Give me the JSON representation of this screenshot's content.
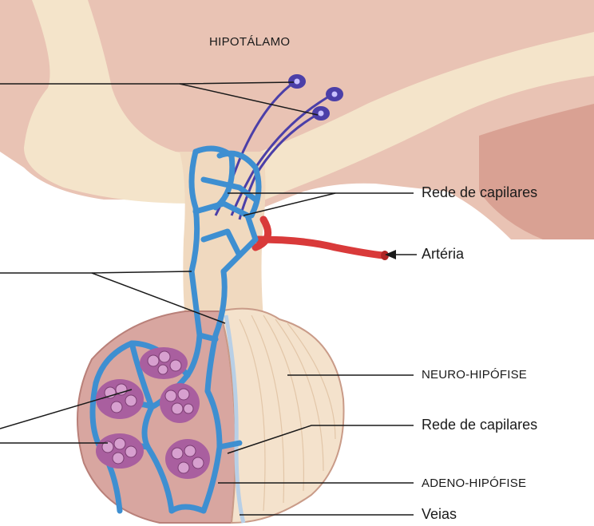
{
  "labels": {
    "title": "HIPOTÁLAMO",
    "capillary_top": "Rede de capilares",
    "artery": "Artéria",
    "neuro": "NEURO-HIPÓFISE",
    "capillary_bottom": "Rede de capilares",
    "adeno": "ADENO-HIPÓFISE",
    "veins": "Veias"
  },
  "colors": {
    "hypothalamus": "#e9c3b4",
    "stalk": "#f2e3cc",
    "vessel": "#3e8fd1",
    "artery": "#d93a3a",
    "neurons": "#4b3fa8",
    "adeno": "#d8a6a0",
    "neuro": "#f4e2cc",
    "cells": "#b06aa8"
  }
}
